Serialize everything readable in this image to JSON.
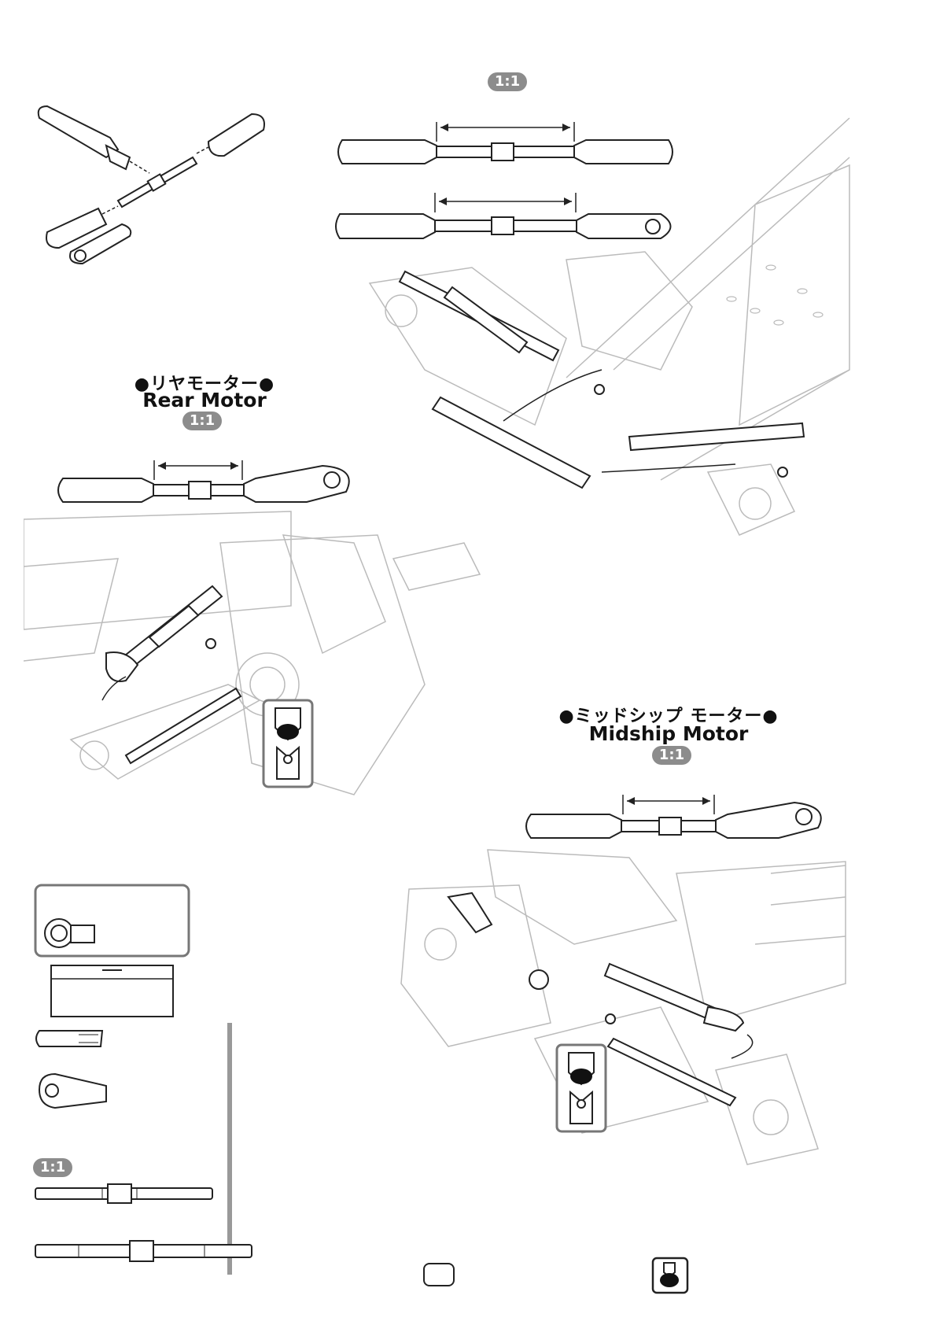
{
  "badges": {
    "top_scale": "1:1",
    "rear_scale": "1:1",
    "midship_scale": "1:1",
    "bottom_scale": "1:1"
  },
  "rear_motor": {
    "title_jp": "●リヤモーター●",
    "title_en": "Rear Motor"
  },
  "midship_motor": {
    "title_jp": "●ミッドシップ モーター●",
    "title_en": "Midship Motor"
  },
  "icons": {
    "grease": "grease-drop-icon",
    "wrench": "wrench-icon",
    "ball_end": "ball-end-icon"
  },
  "colors": {
    "line": "#222222",
    "light_line": "#bbbbbb",
    "badge": "#8c8c8c",
    "divider": "#999999"
  }
}
